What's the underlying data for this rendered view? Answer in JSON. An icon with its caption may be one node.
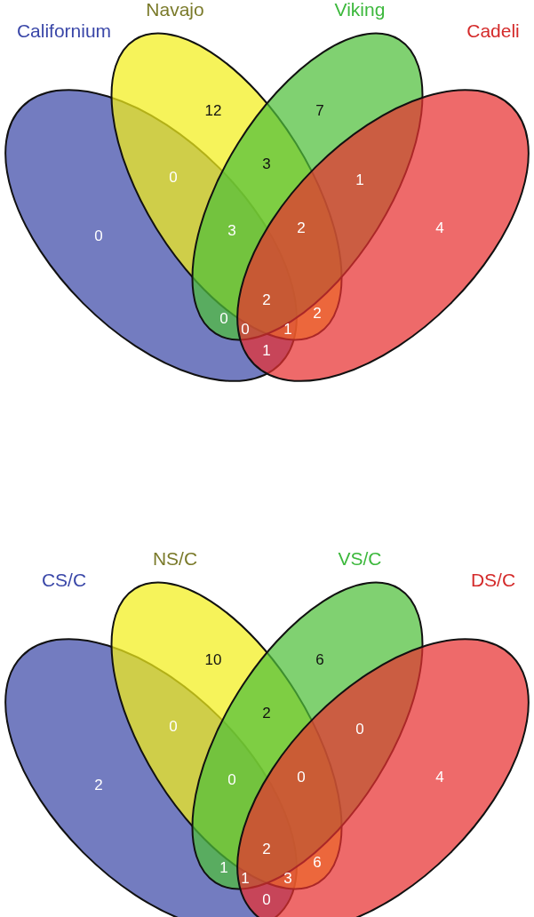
{
  "diagram": {
    "nodes": [
      {
        "text": [
          "Californium"
        ]
      },
      {
        "text": [
          "Navajo"
        ]
      },
      {
        "text": [
          "Viking"
        ]
      },
      {
        "text": [
          "Cadeli"
        ]
      },
      {
        "text": [
          "CS/C"
        ]
      },
      {
        "text": [
          "NS/C"
        ]
      },
      {
        "text": [
          "VS/C"
        ]
      },
      {
        "text": [
          "DS/C"
        ]
      }
    ],
    "edges": [],
    "labels": [
      "12",
      "7",
      "0",
      "3",
      "1",
      "0",
      "3",
      "2",
      "4",
      "2",
      "0",
      "2",
      "0",
      "1",
      "1",
      "10",
      "6",
      "0",
      "2",
      "0",
      "2",
      "0",
      "0",
      "4",
      "2",
      "1",
      "6",
      "1",
      "3",
      "0"
    ]
  }
}
